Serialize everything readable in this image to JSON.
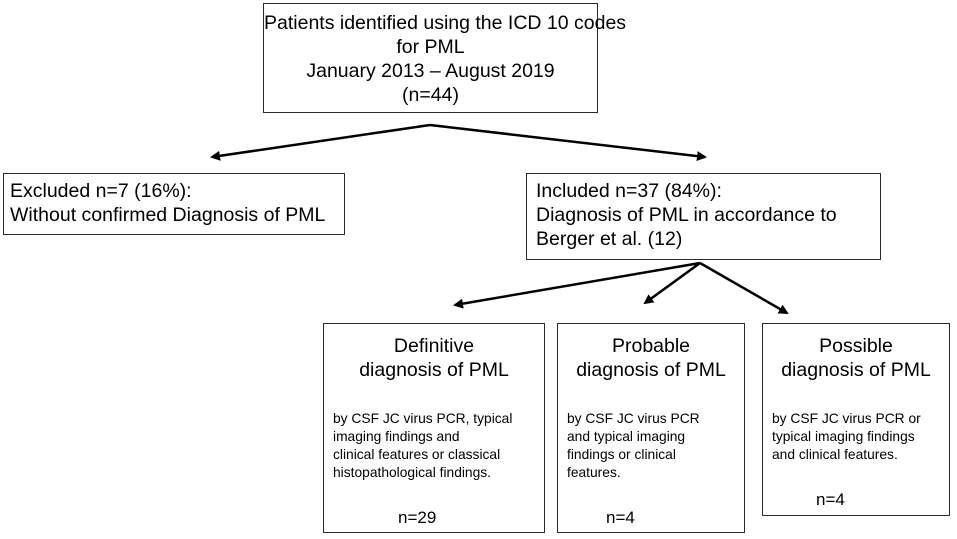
{
  "top": {
    "lines": [
      "Patients identified using the ICD 10 codes",
      "for PML",
      "January 2013 – August 2019",
      "(n=44)"
    ]
  },
  "excluded": {
    "lines": [
      "Excluded n=7 (16%):",
      "Without confirmed Diagnosis of PML"
    ]
  },
  "included": {
    "lines": [
      "Included n=37 (84%):",
      "Diagnosis of PML in accordance to",
      "Berger et al. (12)"
    ]
  },
  "categories": [
    {
      "title": [
        "Definitive",
        "diagnosis of PML"
      ],
      "description": [
        "by CSF JC virus PCR, typical",
        "imaging findings and",
        "clinical features or classical",
        "histopathological findings."
      ],
      "count": "n=29"
    },
    {
      "title": [
        "Probable",
        "diagnosis of PML"
      ],
      "description": [
        "by CSF JC virus PCR",
        "and typical imaging",
        "findings or clinical",
        "features."
      ],
      "count": "n=4"
    },
    {
      "title": [
        "Possible",
        "diagnosis of PML"
      ],
      "description": [
        "by CSF JC virus PCR or",
        "typical imaging findings",
        "and clinical features."
      ],
      "count": "n=4"
    }
  ]
}
